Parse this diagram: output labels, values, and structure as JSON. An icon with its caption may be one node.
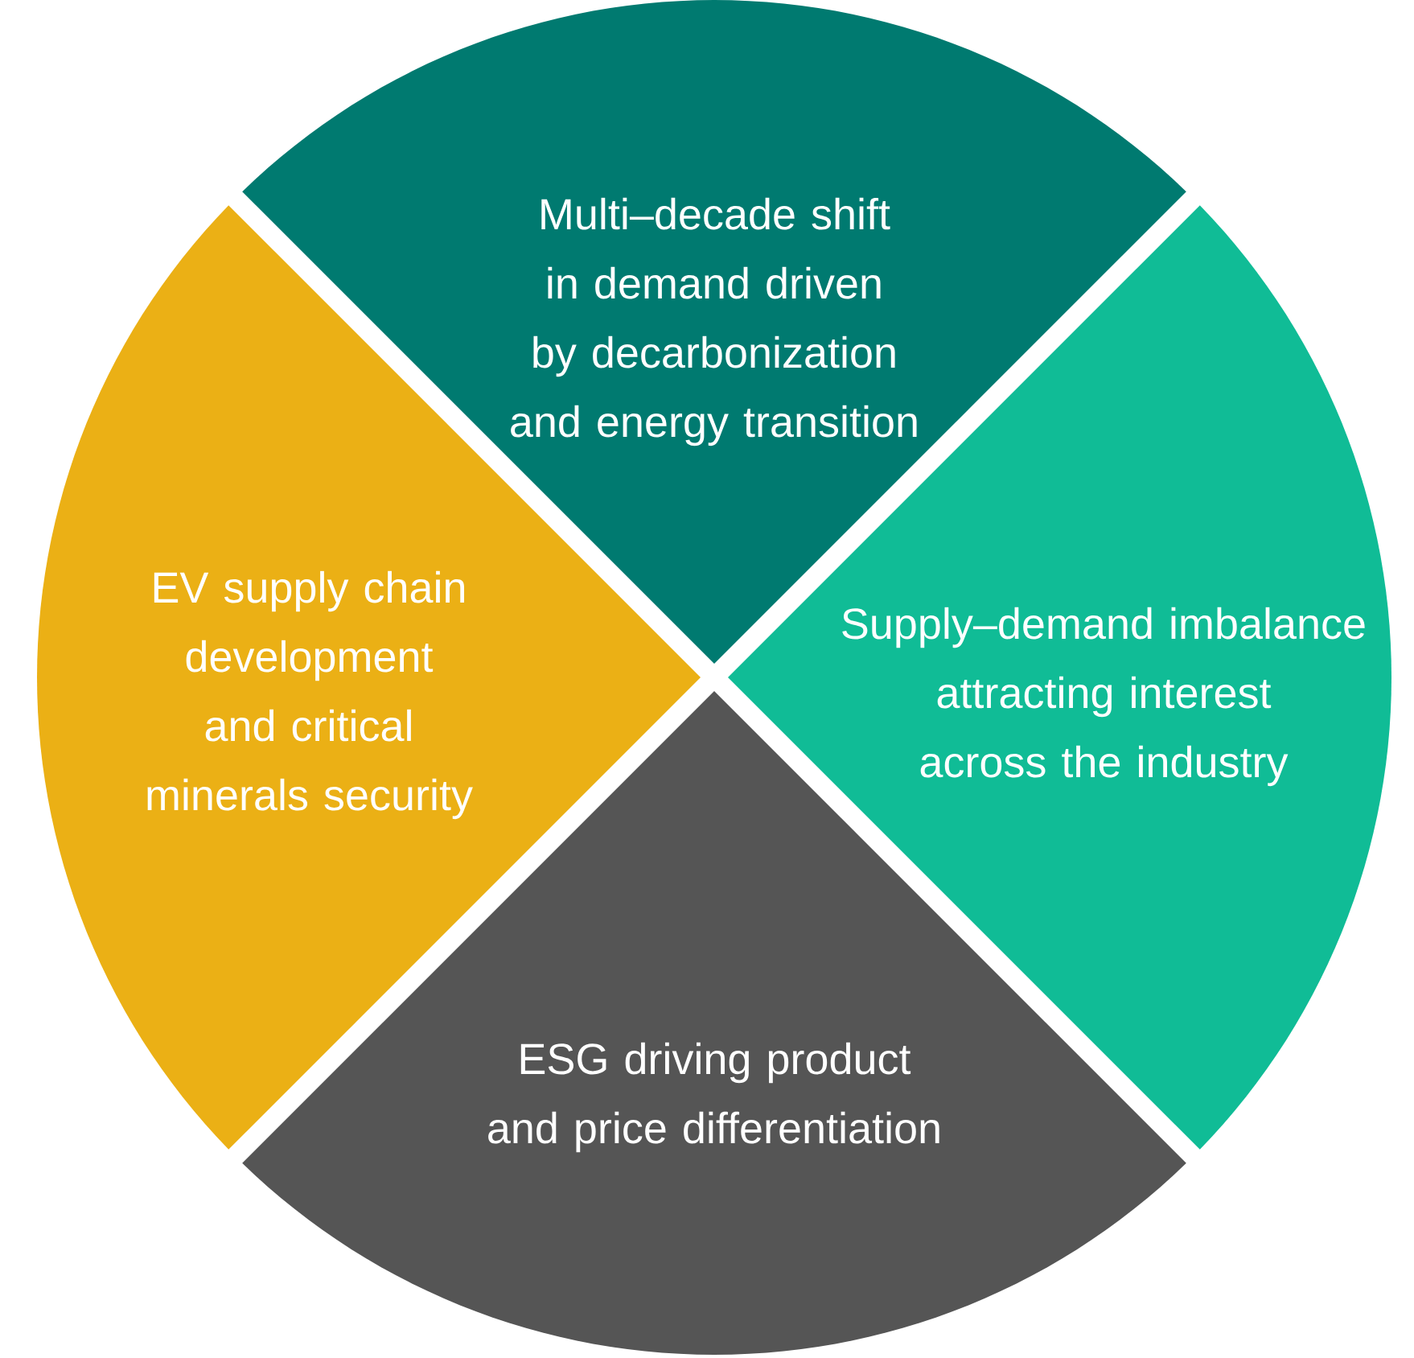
{
  "diagram": {
    "nodes": [
      {
        "text": [
          "Multi–decade shift in demand driven by decarbonization and energy transition"
        ]
      },
      {
        "text": [
          "Supply–demand imbalance attracting interest across the industry"
        ]
      },
      {
        "text": [
          "ESG driving product and price differentiation"
        ]
      },
      {
        "text": [
          "EV supply chain development and critical minerals security"
        ]
      }
    ]
  }
}
